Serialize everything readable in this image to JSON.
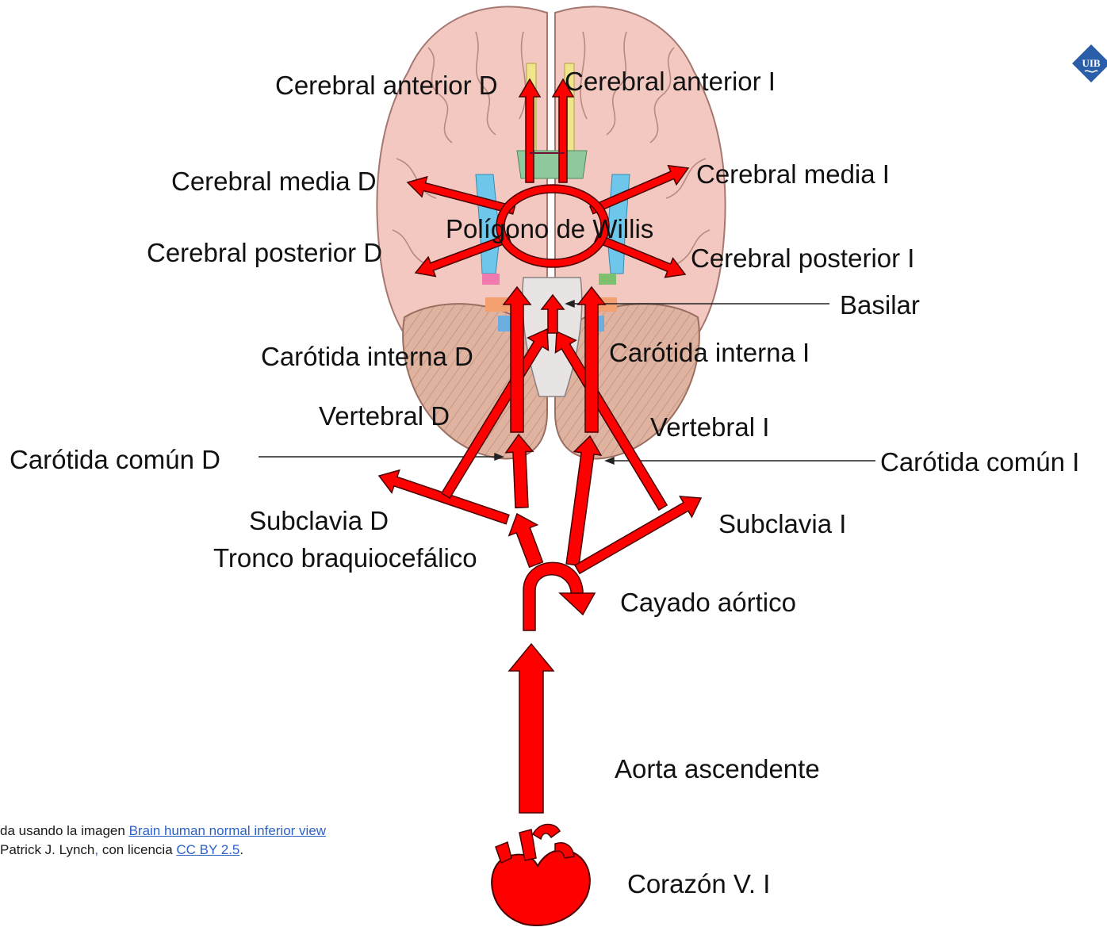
{
  "labels": {
    "cerebral_anterior_d": "Cerebral anterior D",
    "cerebral_anterior_i": "Cerebral anterior I",
    "cerebral_media_d": "Cerebral media D",
    "cerebral_media_i": "Cerebral media I",
    "poligono_willis": "Polígono de Willis",
    "cerebral_posterior_d": "Cerebral posterior D",
    "cerebral_posterior_i": "Cerebral posterior I",
    "basilar": "Basilar",
    "carotida_interna_d": "Carótida interna D",
    "carotida_interna_i": "Carótida interna I",
    "vertebral_d": "Vertebral D",
    "vertebral_i": "Vertebral I",
    "carotida_comun_d": "Carótida común D",
    "carotida_comun_i": "Carótida común I",
    "subclavia_d": "Subclavia D",
    "subclavia_i": "Subclavia I",
    "tronco_braquiocefalico": "Tronco braquiocefálico",
    "cayado_aortico": "Cayado aórtico",
    "aorta_ascendente": "Aorta ascendente",
    "corazon": "Corazón V. I"
  },
  "credit": {
    "line1_prefix": "da usando la imagen ",
    "line1_link": "Brain human normal inferior view",
    "line2_prefix": "Patrick J. Lynch",
    "line2_link_comma": ",",
    "line2_middle": " con licencia  ",
    "line2_link": "CC BY 2.5",
    "line2_suffix": "."
  },
  "logo": {
    "text": "UIB"
  },
  "colors": {
    "artery": "#ff0000",
    "artery_outline": "#4a0000",
    "brain": "#f2c8c0",
    "brain_line": "#a47870",
    "cerebellum": "#e0b3a0",
    "link": "#2f62c7",
    "logo": "#2a5ea8"
  }
}
